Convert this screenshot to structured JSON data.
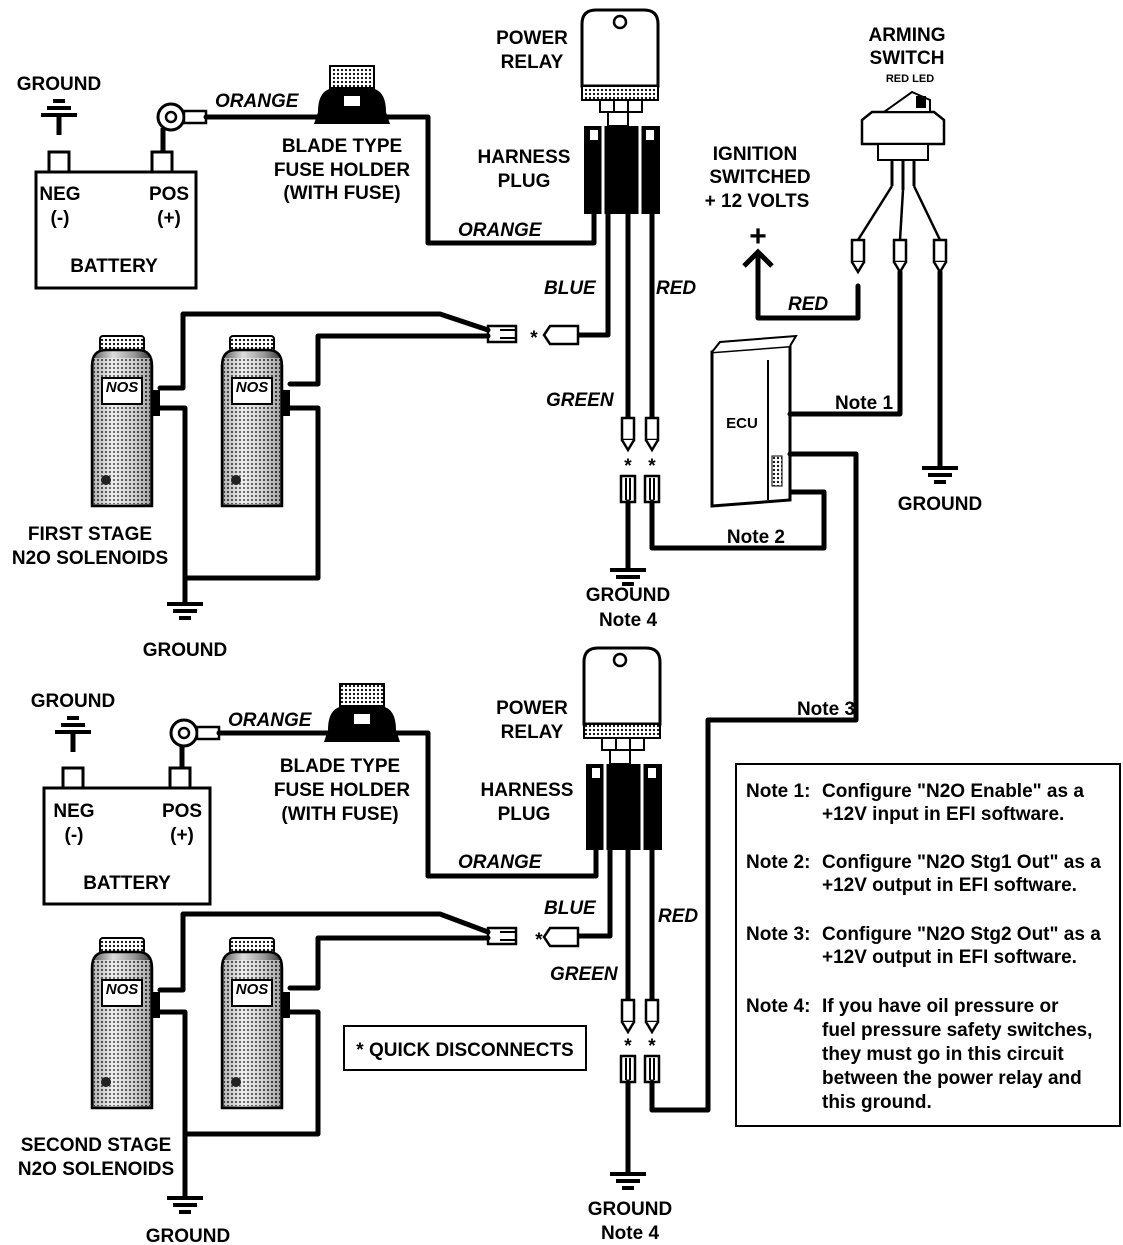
{
  "labels": {
    "ground": "GROUND",
    "battery": "BATTERY",
    "neg": "NEG",
    "neg_sym": "(-)",
    "pos": "POS",
    "pos_sym": "(+)",
    "orange": "ORANGE",
    "blade_l1": "BLADE TYPE",
    "blade_l2": "FUSE HOLDER",
    "blade_l3": "(WITH FUSE)",
    "power": "POWER",
    "relay": "RELAY",
    "harness": "HARNESS",
    "plug": "PLUG",
    "blue": "BLUE",
    "red": "RED",
    "green": "GREEN",
    "star": "*",
    "note4": "Note 4",
    "ignition_l1": "IGNITION",
    "ignition_l2": "SWITCHED",
    "ignition_l3": "+ 12 VOLTS",
    "plus": "+",
    "arming_l1": "ARMING",
    "arming_l2": "SWITCH",
    "red_led": "RED LED",
    "ecu": "ECU",
    "note1": "Note 1",
    "note2": "Note 2",
    "note3": "Note 3",
    "first_l1": "FIRST STAGE",
    "first_l2": "N2O SOLENOIDS",
    "second_l1": "SECOND STAGE",
    "second_l2": "N2O SOLENOIDS",
    "nos": "NOS",
    "quick": "* QUICK DISCONNECTS"
  },
  "notes": {
    "n1_head": "Note 1:",
    "n1_l1": "Configure \"N2O Enable\" as a",
    "n1_l2": "+12V input in EFI software.",
    "n2_head": "Note 2:",
    "n2_l1": "Configure \"N2O Stg1 Out\" as a",
    "n2_l2": "+12V output in EFI software.",
    "n3_head": "Note 3:",
    "n3_l1": "Configure \"N2O Stg2 Out\" as a",
    "n3_l2": "+12V output in EFI software.",
    "n4_head": "Note 4:",
    "n4_l1": "If you have oil pressure or",
    "n4_l2": "fuel pressure safety switches,",
    "n4_l3": "they must go in this circuit",
    "n4_l4": "between the power relay and",
    "n4_l5": "this ground."
  }
}
